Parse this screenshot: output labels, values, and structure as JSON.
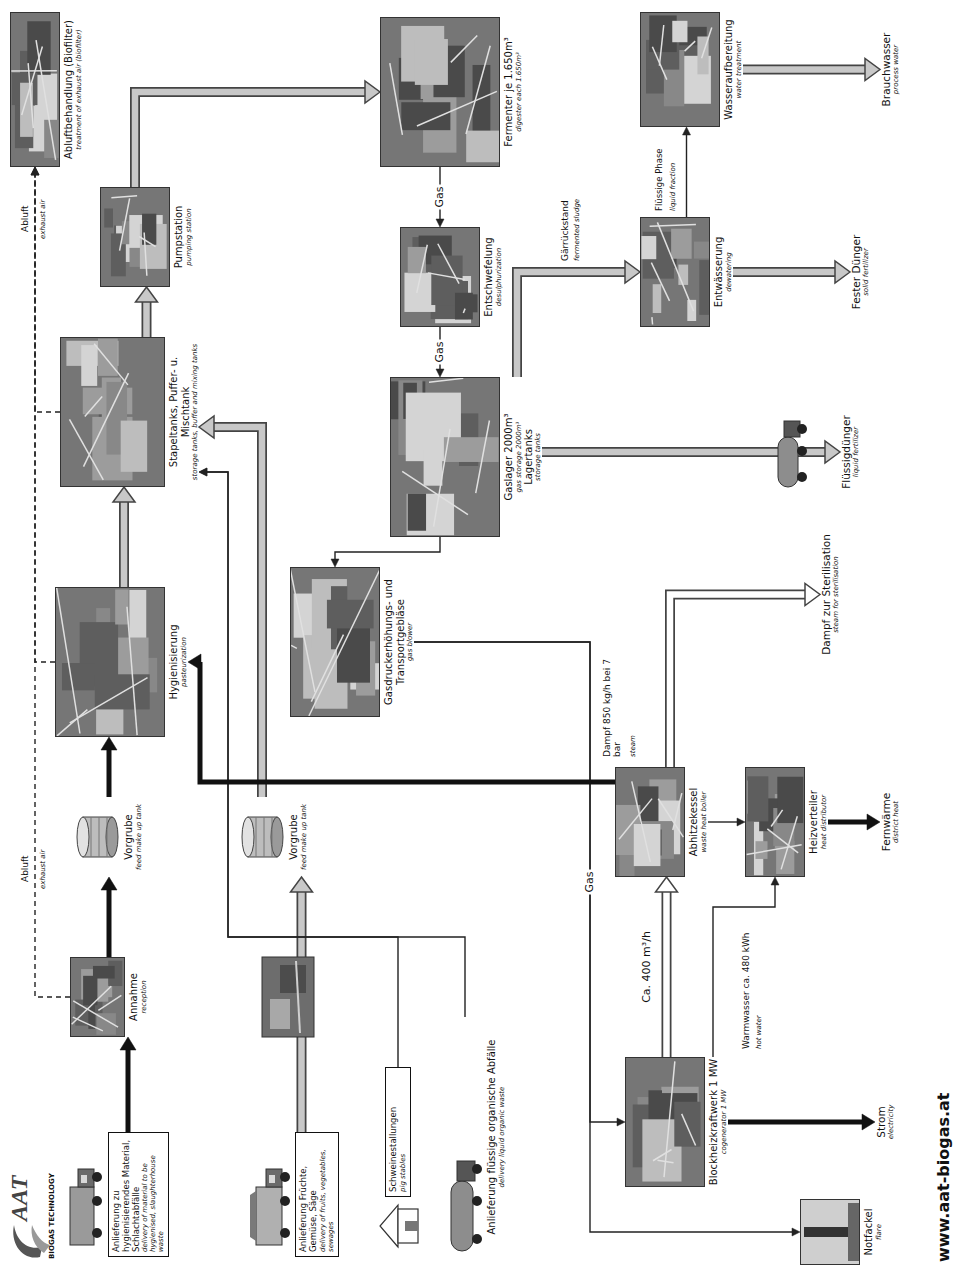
{
  "diagram": {
    "nodes": [
      {
        "text": [
          "Anlieferung zu hygienisierendes Material, Schlachtabfälle",
          "delivery of material to be hygienised, slaughterhouse waste"
        ]
      },
      {
        "text": [
          "Annahme",
          "reception"
        ]
      },
      {
        "text": [
          "Vorgrube",
          "feed make up tank"
        ]
      },
      {
        "text": [
          "Hygienisierung",
          "pasteurization"
        ]
      },
      {
        "text": [
          "Stapeltanks, Puffer- u. Mischtank",
          "storage tanks, buffer and mixing tanks"
        ]
      },
      {
        "text": [
          "Pumpstation",
          "pumping station"
        ]
      },
      {
        "text": [
          "Abluftbehandlung (Biofilter)",
          "treatment of exhaust air (biofilter)"
        ]
      },
      {
        "text": [
          "Anlieferung Früchte, Gemüse, Säge",
          "delivery of fruits, vegetables, sewages"
        ]
      },
      {
        "text": [
          "Vorgrube",
          "feed make up tank"
        ]
      },
      {
        "text": [
          "Schweinestallungen",
          "pig stables"
        ]
      },
      {
        "text": [
          "Anlieferung flüssige organische Abfälle",
          "delivery liquid organic waste"
        ]
      },
      {
        "text": [
          "Gasdruckerhöhungs- und Transportgebläse",
          "gas blower"
        ]
      },
      {
        "text": [
          "Gaslager 2000m³",
          "gas storage 2000m³",
          "Lagertanks",
          "storage tanks"
        ]
      },
      {
        "text": [
          "Entschwefelung",
          "desulphurization"
        ]
      },
      {
        "text": [
          "Fermenter je 1.650m³",
          "digester each 1.650m³"
        ]
      },
      {
        "text": [
          "Blockheizkraftwerk 1 MW",
          "cogenerator 1 MW"
        ]
      },
      {
        "text": [
          "Abhitzekessel",
          "waste heat boiler"
        ]
      },
      {
        "text": [
          "Heizverteiler",
          "heat distributor"
        ]
      },
      {
        "text": [
          "Dampf zur Sterilisation",
          "steam for sterilisation"
        ]
      },
      {
        "text": [
          "Entwässerung",
          "dewatering"
        ]
      },
      {
        "text": [
          "Wasseraufbereitung",
          "water treatment"
        ]
      },
      {
        "text": [
          "Notfackel",
          "flare"
        ]
      },
      {
        "text": [
          "Strom",
          "electricity"
        ]
      },
      {
        "text": [
          "Fernwärme",
          "district heat"
        ]
      },
      {
        "text": [
          "Flüssigdünger",
          "liquid fertilizer"
        ]
      },
      {
        "text": [
          "Fester Dünger",
          "solid fertilizer"
        ]
      },
      {
        "text": [
          "Brauchwasser",
          "process water"
        ]
      }
    ],
    "edges": [
      {
        "from": 0,
        "to": 1,
        "arrow": "to"
      },
      {
        "from": 1,
        "to": 2,
        "arrow": "to"
      },
      {
        "from": 2,
        "to": 3,
        "arrow": "to"
      },
      {
        "from": 3,
        "to": 4,
        "arrow": "to"
      },
      {
        "from": 4,
        "to": 5,
        "arrow": "to"
      },
      {
        "from": 5,
        "to": 14,
        "arrow": "to"
      },
      {
        "from": 1,
        "to": 6,
        "arrow": "to"
      },
      {
        "from": 3,
        "to": 6,
        "arrow": "to"
      },
      {
        "from": 4,
        "to": 6,
        "arrow": "to"
      },
      {
        "from": 7,
        "to": 8,
        "arrow": "to"
      },
      {
        "from": 8,
        "to": 4,
        "arrow": "to"
      },
      {
        "from": 9,
        "to": 4,
        "arrow": "to"
      },
      {
        "from": 10,
        "to": 4,
        "arrow": "to"
      },
      {
        "from": 14,
        "to": 13,
        "label": "Gas",
        "arrow": "to"
      },
      {
        "from": 13,
        "to": 12,
        "label": "Gas",
        "arrow": "to"
      },
      {
        "from": 12,
        "to": 11,
        "arrow": "to"
      },
      {
        "from": 11,
        "to": 15,
        "label": "Gas",
        "arrow": "to"
      },
      {
        "from": 11,
        "to": 21,
        "arrow": "to"
      },
      {
        "from": 15,
        "to": 16,
        "label": "Ca. 400 m³/h",
        "arrow": "to"
      },
      {
        "from": 16,
        "to": 3,
        "arrow": "to"
      },
      {
        "from": 16,
        "to": 18,
        "arrow": "to"
      },
      {
        "from": 16,
        "to": 17,
        "arrow": "to"
      },
      {
        "from": 15,
        "to": 17,
        "arrow": "to"
      },
      {
        "from": 15,
        "to": 22,
        "arrow": "to"
      },
      {
        "from": 17,
        "to": 23,
        "arrow": "to"
      },
      {
        "from": 12,
        "to": 24,
        "arrow": "to"
      },
      {
        "from": 12,
        "to": 19,
        "arrow": "to"
      },
      {
        "from": 19,
        "to": 25,
        "arrow": "to"
      },
      {
        "from": 19,
        "to": 20,
        "arrow": "to"
      },
      {
        "from": 20,
        "to": 26,
        "arrow": "to"
      }
    ],
    "labels": [
      "AAT",
      "BIOGAS TECHNOLOGY",
      "Abluft",
      "exhaust air",
      "Abluft",
      "exhaust air",
      "Dampf 850 kg/h bei 7 bar",
      "steam",
      "Warmwasser ca. 480 kWh",
      "hot water",
      "Gärrückstand",
      "fermented sludge",
      "Flüssige Phase",
      "liquid fraction",
      "www.aat-biogas.at"
    ]
  }
}
